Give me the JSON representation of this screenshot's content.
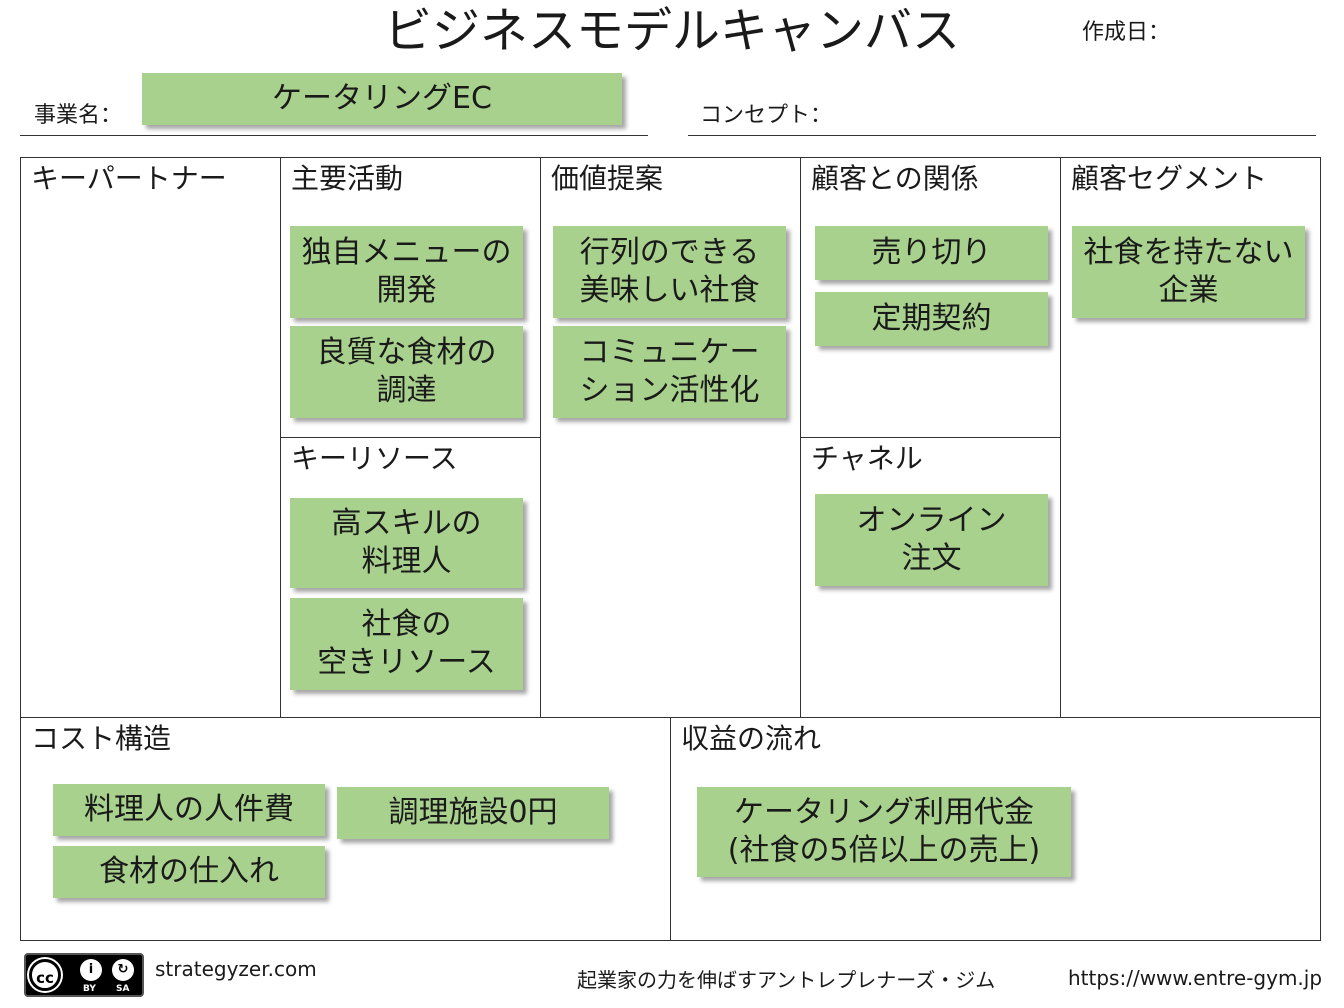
{
  "header": {
    "title": "ビジネスモデルキャンバス",
    "date_label": "作成日：",
    "business_name_label": "事業名：",
    "business_name_value": "ケータリングEC",
    "concept_label": "コンセプト："
  },
  "canvas": {
    "key_partners": {
      "heading": "キーパートナー",
      "notes": []
    },
    "key_activities": {
      "heading": "主要活動",
      "notes": [
        "独自メニューの\n開発",
        "良質な食材の\n調達"
      ]
    },
    "key_resources": {
      "heading": "キーリソース",
      "notes": [
        "高スキルの\n料理人",
        "社食の\n空きリソース"
      ]
    },
    "value_propositions": {
      "heading": "価値提案",
      "notes": [
        "行列のできる\n美味しい社食",
        "コミュニケー\nション活性化"
      ]
    },
    "customer_relationships": {
      "heading": "顧客との関係",
      "notes": [
        "売り切り",
        "定期契約"
      ]
    },
    "channels": {
      "heading": "チャネル",
      "notes": [
        "オンライン\n注文"
      ]
    },
    "customer_segments": {
      "heading": "顧客セグメント",
      "notes": [
        "社食を持たない\n企業"
      ]
    },
    "cost_structure": {
      "heading": "コスト構造",
      "notes": [
        "料理人の人件費",
        "調理施設0円",
        "食材の仕入れ"
      ]
    },
    "revenue_streams": {
      "heading": "収益の流れ",
      "notes": [
        "ケータリング利用代金\n(社食の5倍以上の売上)"
      ]
    }
  },
  "footer": {
    "license_cc": "cc",
    "license_by": "BY",
    "license_sa": "SA",
    "source": "strategyzer.com",
    "org": "起業家の力を伸ばすアントレプレナーズ・ジム",
    "url": "https://www.entre-gym.jp"
  },
  "colors": {
    "sticky": "#a9d18e",
    "line": "#333333"
  }
}
